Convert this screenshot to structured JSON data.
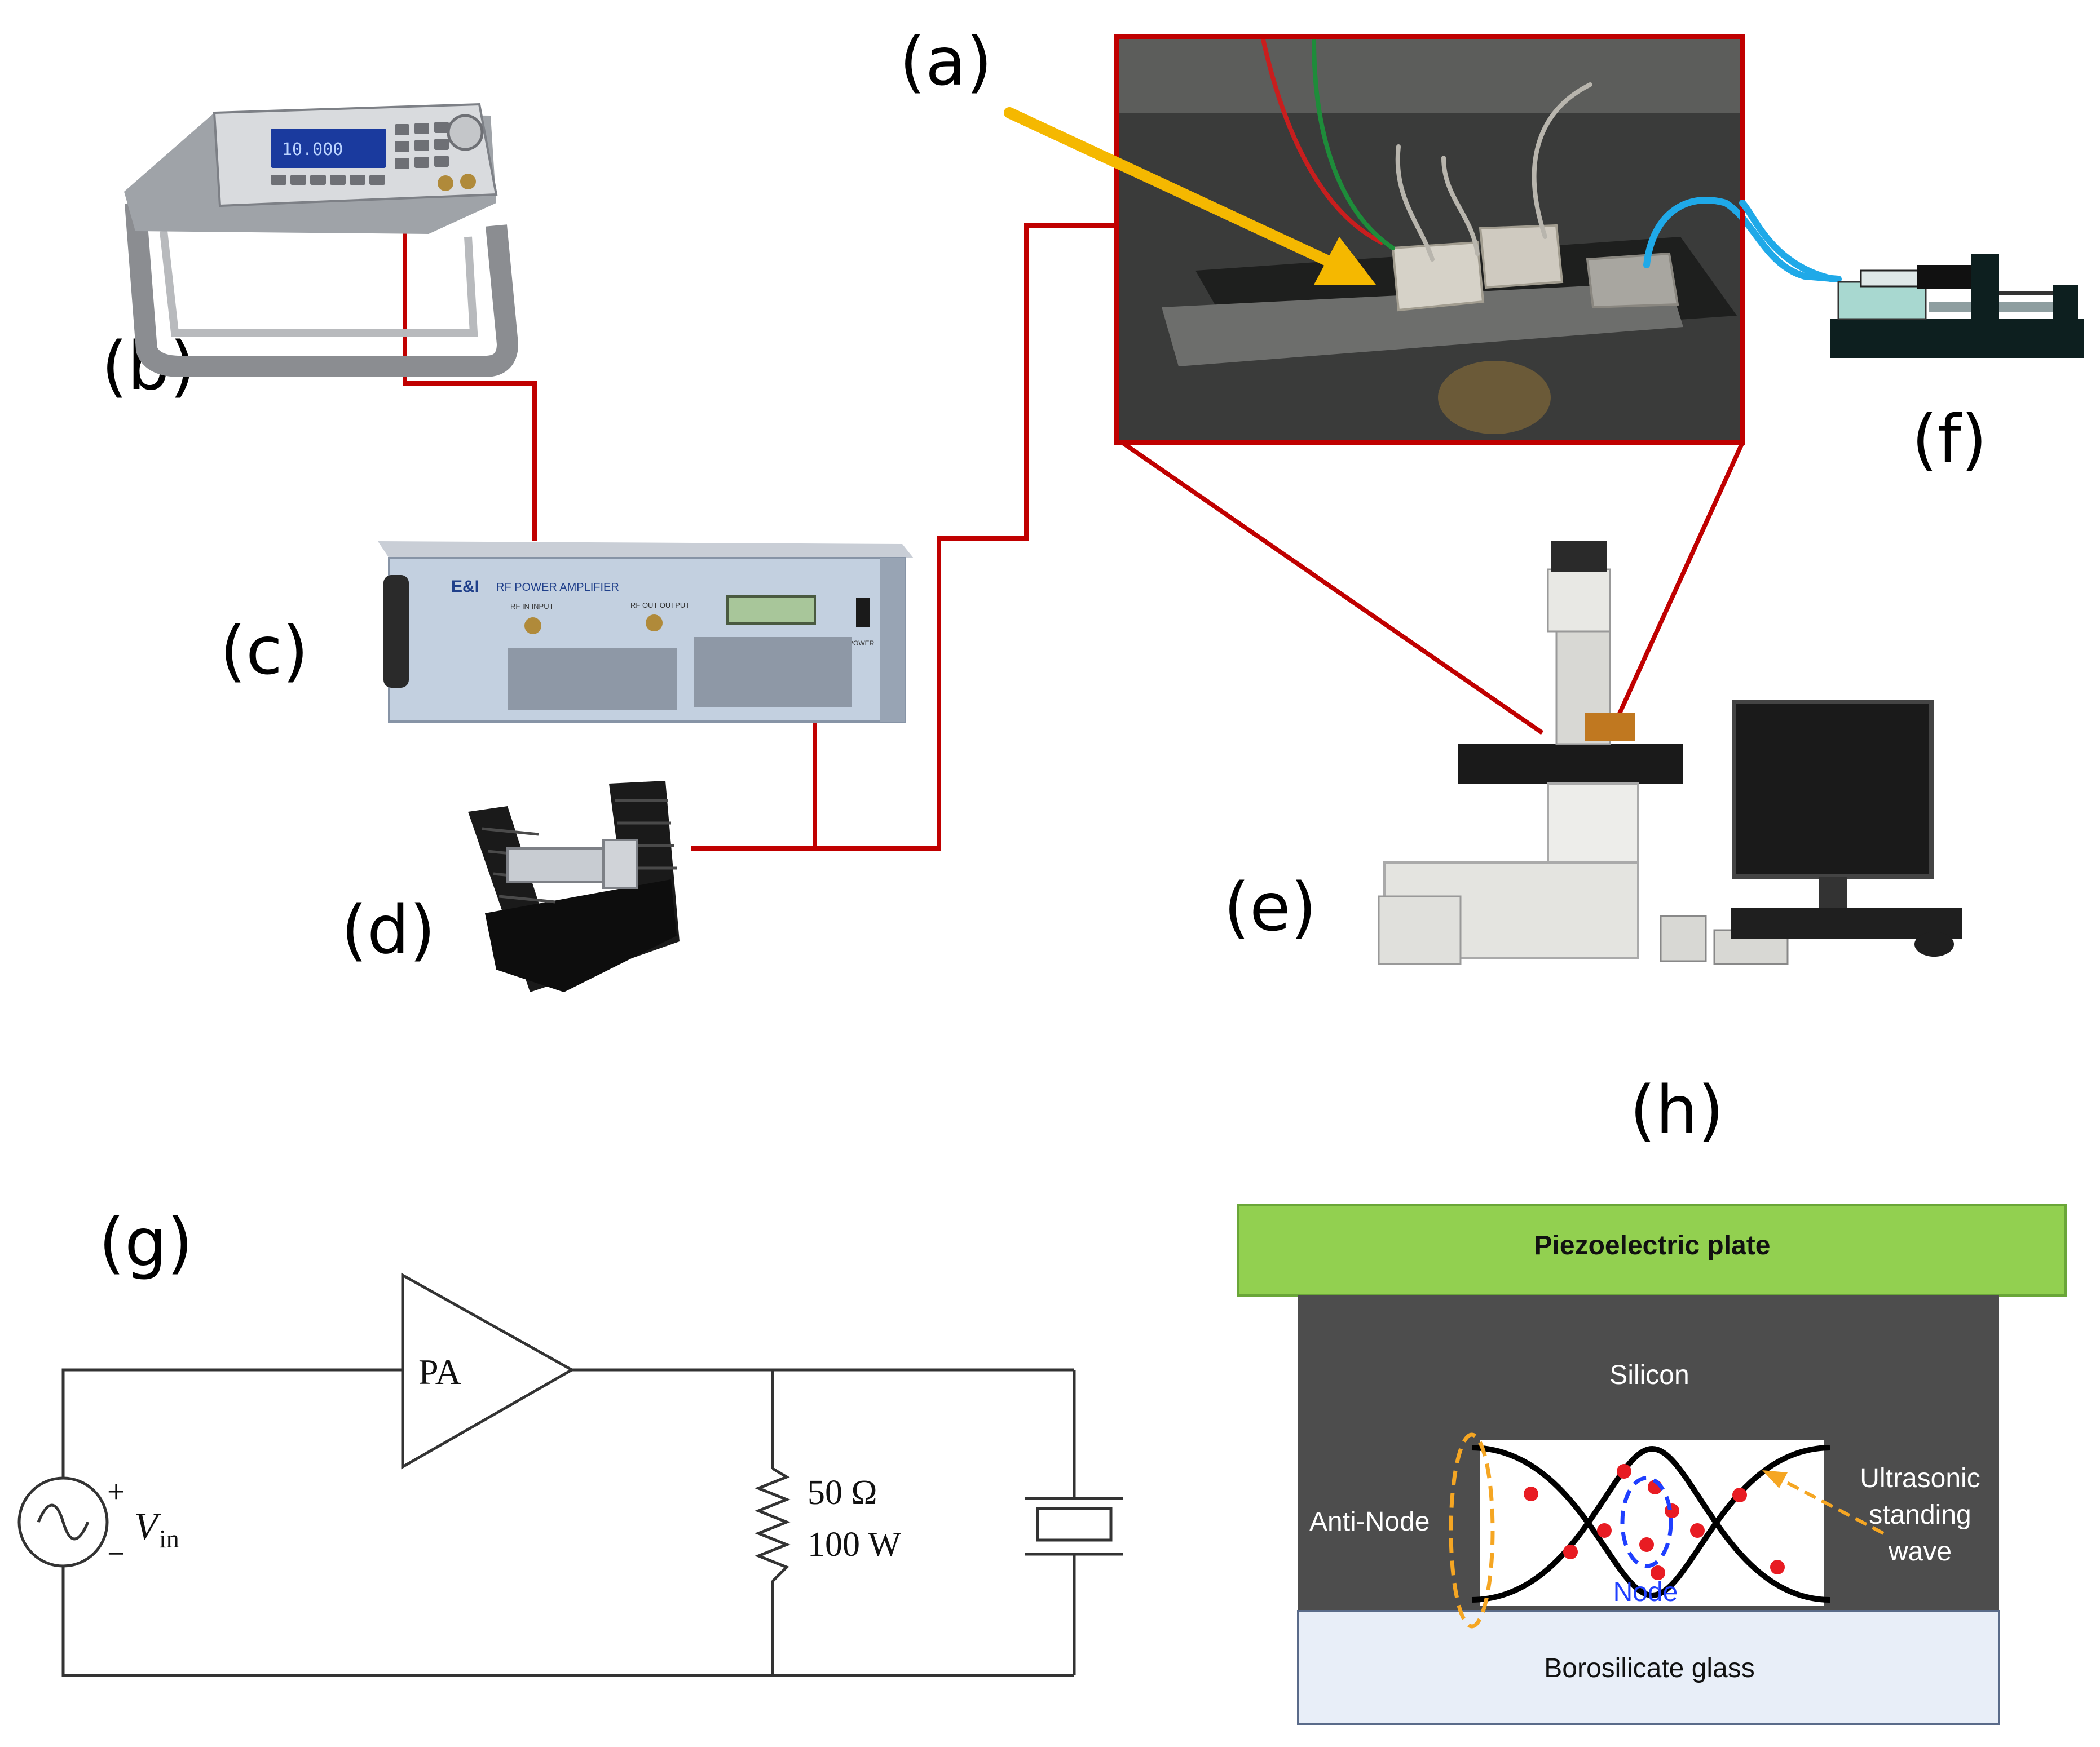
{
  "labels": {
    "a": "(a)",
    "b": "(b)",
    "c": "(c)",
    "d": "(d)",
    "e": "(e)",
    "f": "(f)",
    "g": "(g)",
    "h": "(h)"
  },
  "amplifier_panel": {
    "brand": "E&I",
    "title": "RF POWER AMPLIFIER",
    "rf_input": "RF IN INPUT",
    "rf_output": "RF OUT OUTPUT",
    "power": "POWER"
  },
  "circuit": {
    "amplifier": "PA",
    "plus": "+",
    "minus": "−",
    "source_symbol": "V",
    "source_subscript": "in",
    "resistance": "50 Ω",
    "power_rating": "100 W"
  },
  "chip": {
    "top_layer": "Piezoelectric plate",
    "middle_layer": "Silicon",
    "bottom_layer": "Borosilicate glass",
    "antinode": "Anti-Node",
    "node": "Node",
    "wave_l1": "Ultrasonic",
    "wave_l2": "standing",
    "wave_l3": "wave"
  },
  "colors": {
    "cable": "#c00000",
    "arrow": "#f5b800",
    "tubing": "#1fa9e8",
    "piezo": "#92d050",
    "silicon": "#4d4d4d",
    "glass": "#e8eef8",
    "particle": "#e81c23",
    "node_ring": "#1f3fff",
    "antinode_ring": "#f5a623"
  }
}
